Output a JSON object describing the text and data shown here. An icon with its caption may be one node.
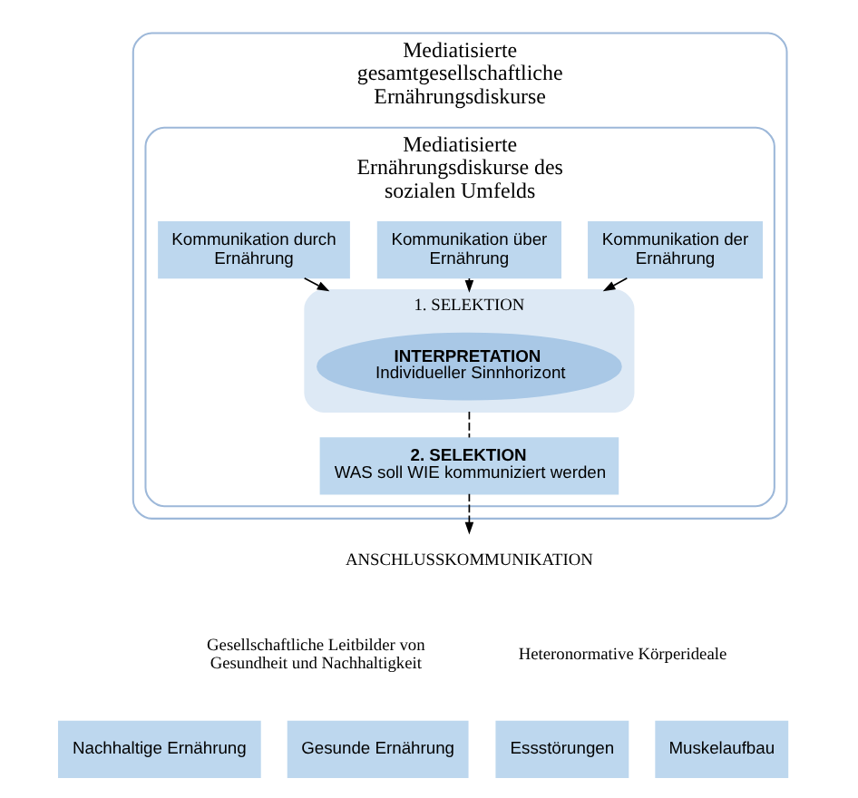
{
  "diagram": {
    "nodes": [
      {
        "text": [
          "Mediatisierte gesamtgesellschaftliche Ernährungsdiskurse"
        ]
      },
      {
        "text": [
          "Mediatisierte Ernährungsdiskurse des sozialen Umfelds"
        ],
        "in": 0
      },
      {
        "text": [
          "Kommunikation der Ernährung"
        ],
        "in": 1
      },
      {
        "text": [
          "Kommunikation über Ernährung"
        ],
        "in": 1
      },
      {
        "text": [
          "Kommunikation durch Ernährung"
        ],
        "in": 1
      },
      {
        "text": [
          "1. SELEKTION"
        ],
        "in": 1
      },
      {
        "text": [
          "INTERPRETATION",
          "Individueller Sinnhorizont"
        ],
        "in": 5
      },
      {
        "text": [
          "2. SELEKTION",
          "WAS soll WIE kommuniziert werden"
        ],
        "in": 1
      },
      {
        "text": [
          "ANSCHLUSSKOMMUNIKATION"
        ]
      },
      {
        "text": [
          "Nachhaltige Ernährung"
        ]
      },
      {
        "text": [
          "Gesunde Ernährung"
        ]
      },
      {
        "text": [
          "Essstörungen"
        ]
      },
      {
        "text": [
          "Muskelaufbau"
        ]
      }
    ],
    "edges": [
      {
        "from": 2,
        "to": 5,
        "arrow": "to"
      },
      {
        "from": 3,
        "to": 5,
        "arrow": "to"
      },
      {
        "from": 4,
        "to": 5,
        "arrow": "to"
      },
      {
        "from": 5,
        "to": 7,
        "arrow": "none",
        "style": "dashed"
      },
      {
        "from": 7,
        "to": 8,
        "arrow": "to",
        "style": "dashed"
      }
    ],
    "labels": [
      "Gesellschaftliche Leitbilder von Gesundheit und Nachhaltigkeit",
      "Heteronormative Körperideale"
    ]
  }
}
